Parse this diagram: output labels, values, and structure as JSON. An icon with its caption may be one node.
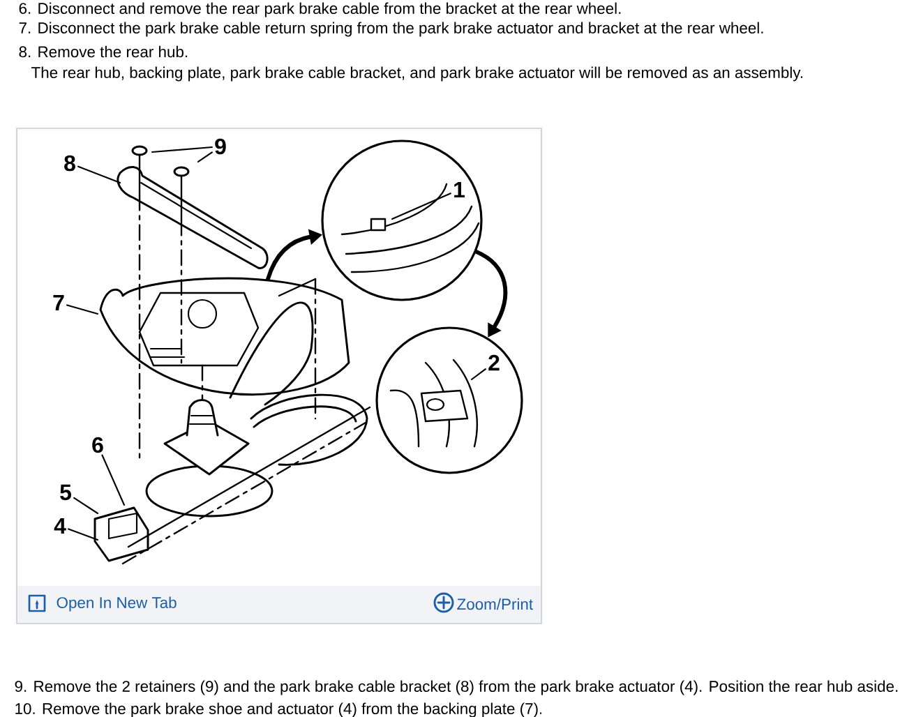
{
  "diagram": {
    "nodes": [
      {
        "text": [
          "9"
        ]
      },
      {
        "text": [
          "8"
        ]
      },
      {
        "text": [
          "1"
        ],
        "in": 8
      },
      {
        "text": [
          "7"
        ]
      },
      {
        "text": [
          "2"
        ],
        "in": 9
      },
      {
        "text": [
          "6"
        ]
      },
      {
        "text": [
          "5"
        ]
      },
      {
        "text": [
          "4"
        ]
      },
      {
        "text": [],
        "shape": "circle"
      },
      {
        "text": [],
        "shape": "circle"
      }
    ],
    "edges": [
      {
        "from": 0,
        "to": null,
        "arrow": "none"
      },
      {
        "from": 0,
        "to": null,
        "arrow": "none"
      },
      {
        "from": 1,
        "to": null,
        "arrow": "none"
      },
      {
        "from": 2,
        "to": 8,
        "arrow": "none"
      },
      {
        "from": 3,
        "to": null,
        "arrow": "none"
      },
      {
        "from": 4,
        "to": 9,
        "arrow": "none"
      },
      {
        "from": 5,
        "to": null,
        "arrow": "none"
      },
      {
        "from": 6,
        "to": null,
        "arrow": "none"
      },
      {
        "from": 7,
        "to": null,
        "arrow": "none"
      },
      {
        "from": null,
        "to": 8,
        "arrow": "to",
        "style": "thick"
      },
      {
        "from": 8,
        "to": 9,
        "arrow": "to",
        "style": "thick"
      }
    ],
    "labels": [
      "6. Disconnect and remove the rear park brake cable from the bracket at the rear wheel.",
      "7. Disconnect the park brake cable return spring from the park brake actuator and bracket at the rear wheel.",
      "8. Remove the rear hub.",
      "The rear hub, backing plate, park brake cable bracket, and park brake actuator will be removed as an assembly.",
      "Open In New Tab",
      "Zoom/Print",
      "9. Remove the 2 retainers (9) and the park brake cable bracket (8) from the park brake actuator (4). Position the rear hub aside.",
      "10. Remove the park brake shoe and actuator (4) from the backing plate (7)."
    ]
  }
}
